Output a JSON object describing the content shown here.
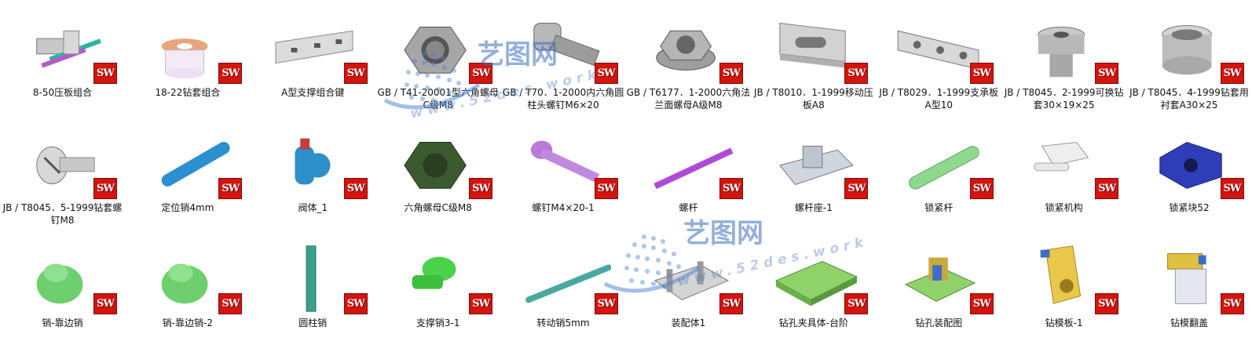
{
  "files": [
    {
      "label": "8-50压板组合",
      "icon": "clamp-assembly-icon",
      "badge": "SW"
    },
    {
      "label": "18-22钻套组合",
      "icon": "drill-bushing-assembly-icon",
      "badge": "SW"
    },
    {
      "label": "A型支撑组合键",
      "icon": "support-key-assembly-icon",
      "badge": "SW"
    },
    {
      "label": "GB / T41-20001型六角螺母C级M8",
      "icon": "hex-nut-icon",
      "badge": "SW"
    },
    {
      "label": "GB / T70．1-2000内六角圆柱头螺钉M6×20",
      "icon": "socket-cap-screw-icon",
      "badge": "SW"
    },
    {
      "label": "GB / T6177．1-2000六角法兰面螺母A级M8",
      "icon": "flange-nut-icon",
      "badge": "SW"
    },
    {
      "label": "JB / T8010．1-1999移动压板A8",
      "icon": "moving-clamp-plate-icon",
      "badge": "SW"
    },
    {
      "label": "JB / T8029．1-1999支承板A型10",
      "icon": "support-plate-icon",
      "badge": "SW"
    },
    {
      "label": "JB / T8045．2-1999可换钻套30×19×25",
      "icon": "replaceable-drill-bushing-icon",
      "badge": "SW"
    },
    {
      "label": "JB / T8045．4-1999钻套用衬套A30×25",
      "icon": "bushing-liner-icon",
      "badge": "SW"
    },
    {
      "label": "JB / T8045．5-1999钻套螺钉M8",
      "icon": "bushing-screw-icon",
      "badge": "SW"
    },
    {
      "label": "定位销4mm",
      "icon": "locating-pin-icon",
      "badge": "SW"
    },
    {
      "label": "阀体_1",
      "icon": "valve-body-icon",
      "badge": "SW"
    },
    {
      "label": "六角螺母C级M8",
      "icon": "hex-nut-dark-icon",
      "badge": "SW"
    },
    {
      "label": "螺钉M4×20-1",
      "icon": "screw-icon",
      "badge": "SW"
    },
    {
      "label": "螺杆",
      "icon": "threaded-rod-icon",
      "badge": "SW"
    },
    {
      "label": "螺杆座-1",
      "icon": "rod-seat-icon",
      "badge": "SW"
    },
    {
      "label": "锁紧杆",
      "icon": "locking-rod-icon",
      "badge": "SW"
    },
    {
      "label": "锁紧机构",
      "icon": "locking-mechanism-icon",
      "badge": "SW"
    },
    {
      "label": "锁紧块52",
      "icon": "locking-block-icon",
      "badge": "SW"
    },
    {
      "label": "销-靠边销",
      "icon": "edge-pin-icon",
      "badge": "SW"
    },
    {
      "label": "销-靠边销-2",
      "icon": "edge-pin-2-icon",
      "badge": "SW"
    },
    {
      "label": "圆柱销",
      "icon": "cylinder-pin-icon",
      "badge": "SW"
    },
    {
      "label": "支撑销3-1",
      "icon": "support-pin-icon",
      "badge": "SW"
    },
    {
      "label": "转动销5mm",
      "icon": "rotating-pin-icon",
      "badge": "SW"
    },
    {
      "label": "装配体1",
      "icon": "assembly-icon",
      "badge": "SW"
    },
    {
      "label": "钻孔夹具体-台阶",
      "icon": "drill-fixture-body-icon",
      "badge": "SW"
    },
    {
      "label": "钻孔装配图",
      "icon": "drill-assembly-icon",
      "badge": "SW"
    },
    {
      "label": "钻模板-1",
      "icon": "drill-template-icon",
      "badge": "SW"
    },
    {
      "label": "钻模翻盖",
      "icon": "drill-flip-cover-icon",
      "badge": "SW"
    }
  ],
  "watermark": {
    "brand": "艺图网",
    "url": "www.52des.work"
  }
}
